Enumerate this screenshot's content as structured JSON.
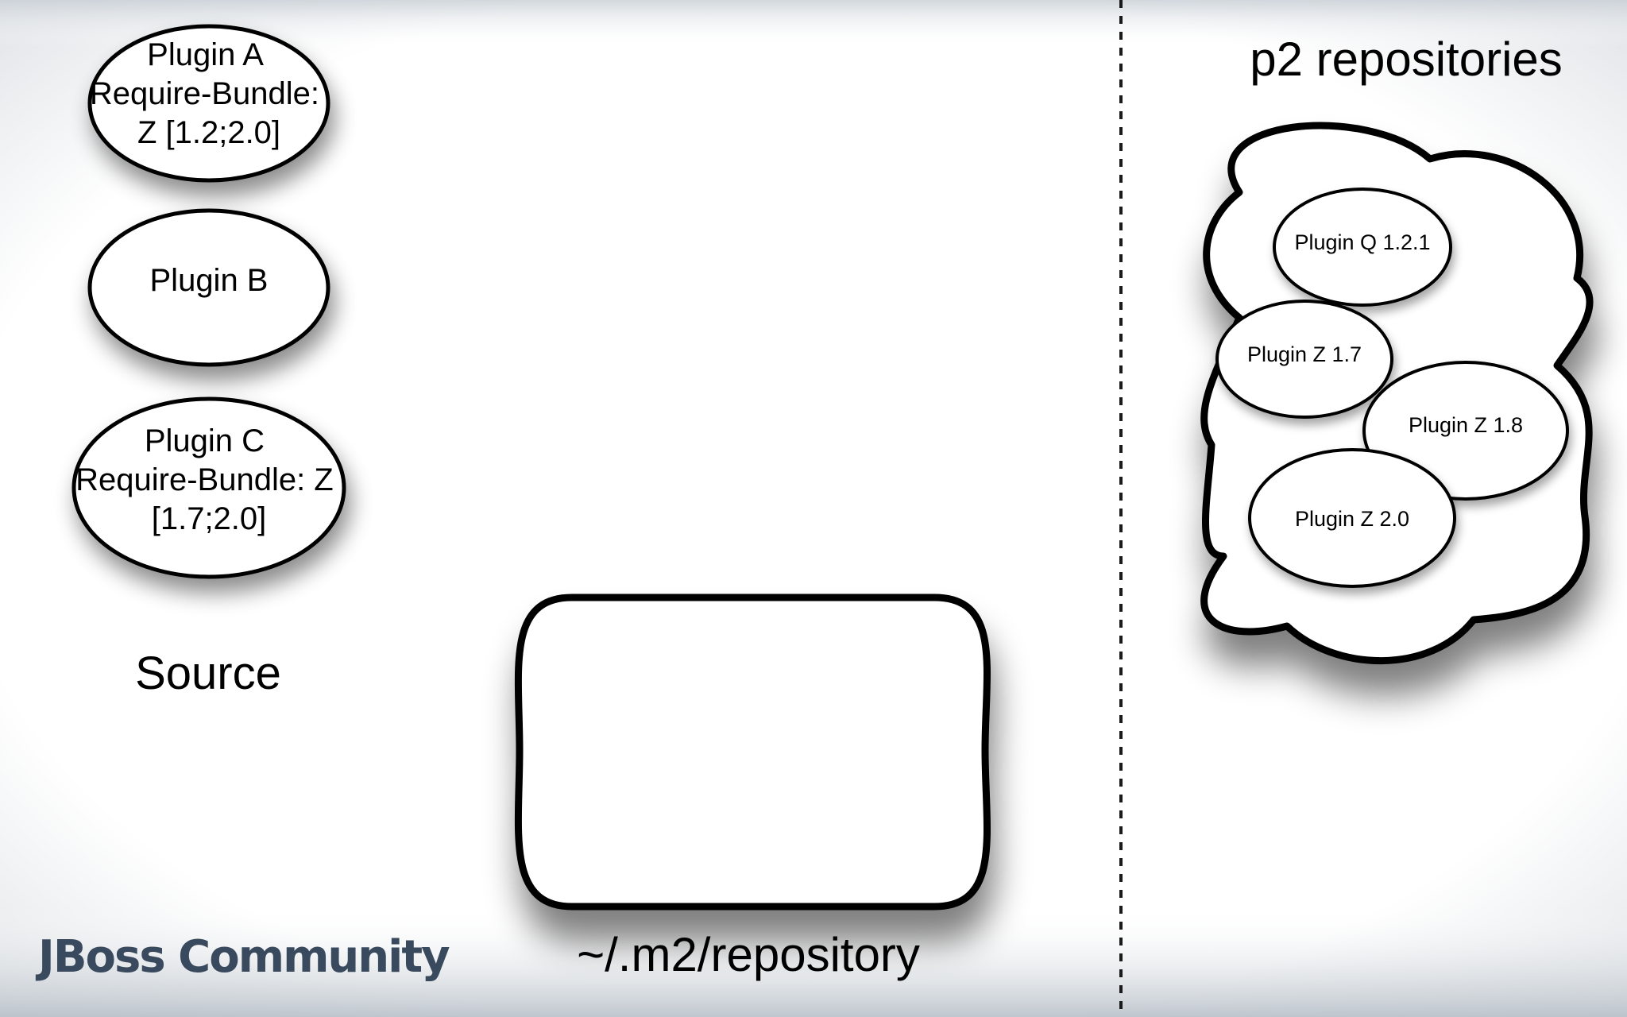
{
  "source": {
    "label": "Source",
    "plugins": [
      {
        "lines": [
          "Plugin A",
          "Require-Bundle:",
          "Z [1.2;2.0]"
        ]
      },
      {
        "lines": [
          "Plugin B"
        ]
      },
      {
        "lines": [
          "Plugin C",
          "Require-Bundle: Z",
          "[1.7;2.0]"
        ]
      }
    ]
  },
  "local_repo": {
    "label": "~/.m2/repository"
  },
  "p2": {
    "label": "p2 repositories",
    "plugins": [
      {
        "label": "Plugin Q 1.2.1"
      },
      {
        "label": "Plugin Z 1.7"
      },
      {
        "label": "Plugin Z 1.8"
      },
      {
        "label": "Plugin Z 2.0"
      }
    ]
  },
  "logo": {
    "text": "JBoss Community",
    "color": "#3a4a5e"
  },
  "colors": {
    "stroke": "#000000",
    "fill": "#ffffff",
    "background": "#ffffff"
  }
}
